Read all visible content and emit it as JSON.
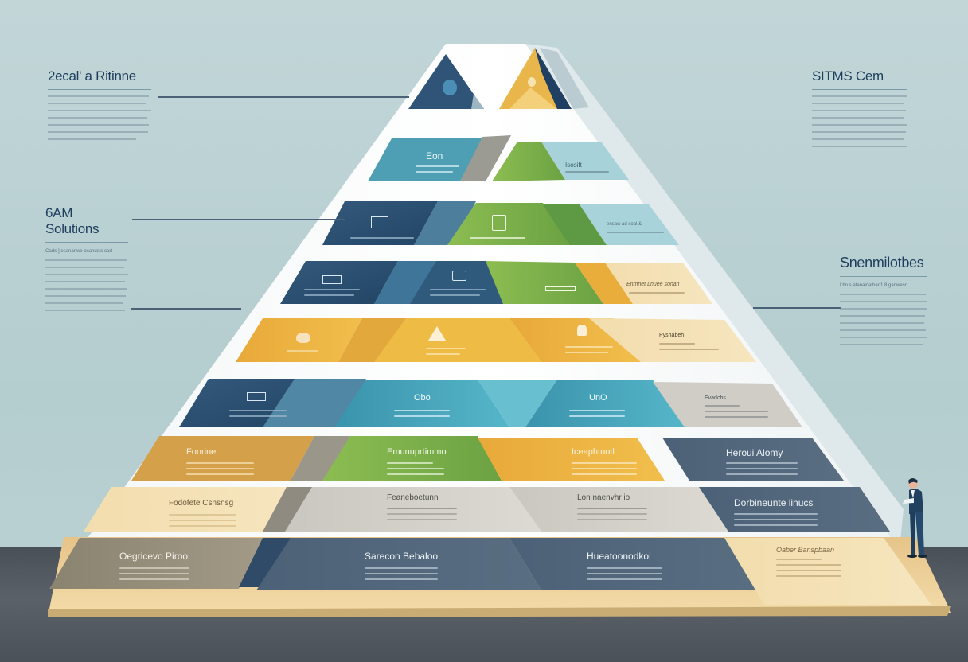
{
  "diagram": {
    "type": "pyramid",
    "levels": 8,
    "figure": "businessman standing at pyramid base"
  },
  "side_panels": {
    "left_top": {
      "title": "2ecal' a Ritinne",
      "lines": 7
    },
    "left_mid": {
      "title": "6AM Solutions",
      "subtitle": "Carts ] esananwe ocanusts cart",
      "lines": 8
    },
    "right_top": {
      "title": "SITMS Cem",
      "lines": 8
    },
    "right_mid": {
      "title": "Snenmilotbes",
      "subtitle": "Lhn s atanainatbar.1 8 ganwesn",
      "lines": 8
    }
  },
  "pyramid": {
    "apex": {
      "left_icon": "circle-icon",
      "right_icon": "triangle-icon"
    },
    "row1": {
      "left_label": "Eon",
      "right_label": "Isosift"
    },
    "row2": {
      "right_text": "ensaw ad soal &"
    },
    "row3": {
      "right_label": "Enmnet Lnuee sonan"
    },
    "row4": {
      "right_label": "Pyshabeh"
    },
    "row5": {
      "mid_label": "Obo",
      "mid2_label": "UnO",
      "right_label": "Evadchs"
    },
    "row6": {
      "labels": [
        "Fonrine",
        "Emunuprtimmo",
        "Iceaphtnotl",
        "Heroui Alomy"
      ]
    },
    "row7": {
      "labels": [
        "Fodofete Csnsnsg",
        "Feaneboetunn",
        "Lon naenvhr io",
        "Dorbineunte linucs"
      ]
    },
    "row8": {
      "labels": [
        "Oegricevo Piroo",
        "Sarecon Bebaloo",
        "Hueatoonodkol",
        "Oaber Banspbaan"
      ]
    }
  },
  "colors": {
    "navy": "#2c4f70",
    "teal": "#3aa3b8",
    "green": "#7fb04a",
    "gold": "#e8ad3a",
    "cream": "#f1d9a3",
    "slate": "#55677a",
    "gray": "#d4d2cb",
    "bg": "#bcd2d4",
    "floor": "#4e545b"
  }
}
